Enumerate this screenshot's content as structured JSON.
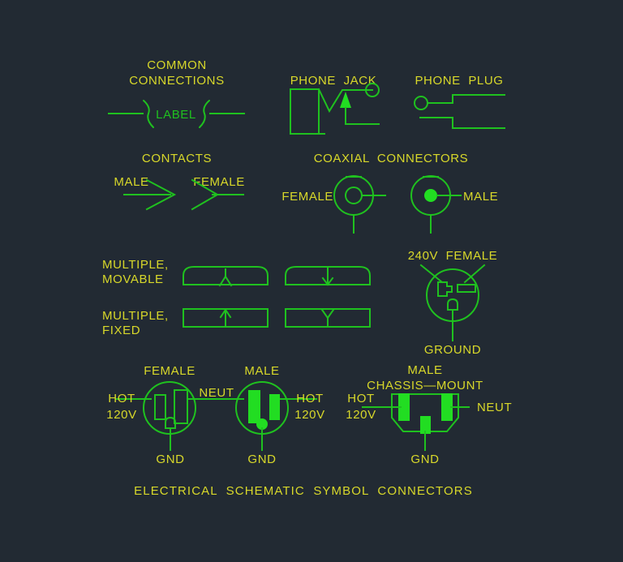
{
  "sheet": {
    "title": "ELECTRICAL  SCHEMATIC  SYMBOL  CONNECTORS",
    "background_color": "#222a33",
    "line_color": "#1fc11f",
    "label_color": "#d8d82a",
    "fill_color": "#22dd22"
  },
  "sections": {
    "common_connections": {
      "heading_line1": "COMMON",
      "heading_line2": "CONNECTIONS",
      "inline_label": "LABEL"
    },
    "phone_jack": {
      "heading": "PHONE  JACK"
    },
    "phone_plug": {
      "heading": "PHONE  PLUG"
    },
    "contacts": {
      "heading": "CONTACTS",
      "male_label": "MALE",
      "female_label": "FEMALE"
    },
    "coaxial": {
      "heading": "COAXIAL  CONNECTORS",
      "female_label": "FEMALE",
      "male_label": "MALE"
    },
    "multiple_movable": {
      "label_line1": "MULTIPLE,",
      "label_line2": "MOVABLE"
    },
    "multiple_fixed": {
      "label_line1": "MULTIPLE,",
      "label_line2": "FIXED"
    },
    "outlet_240v": {
      "heading": "240V  FEMALE",
      "ground_label": "GROUND"
    },
    "female_120v": {
      "heading": "FEMALE",
      "left_label_line1": "HOT",
      "left_label_line2": "120V",
      "right_label": "NEUT",
      "ground_label": "GND"
    },
    "male_120v": {
      "heading": "MALE",
      "right_label_line1": "HOT",
      "right_label_line2": "120V",
      "ground_label": "GND"
    },
    "male_chassis_mount": {
      "heading_line1": "MALE",
      "heading_line2": "CHASSIS—MOUNT",
      "left_label_line1": "HOT",
      "left_label_line2": "120V",
      "right_label": "NEUT",
      "ground_label": "GND"
    }
  }
}
